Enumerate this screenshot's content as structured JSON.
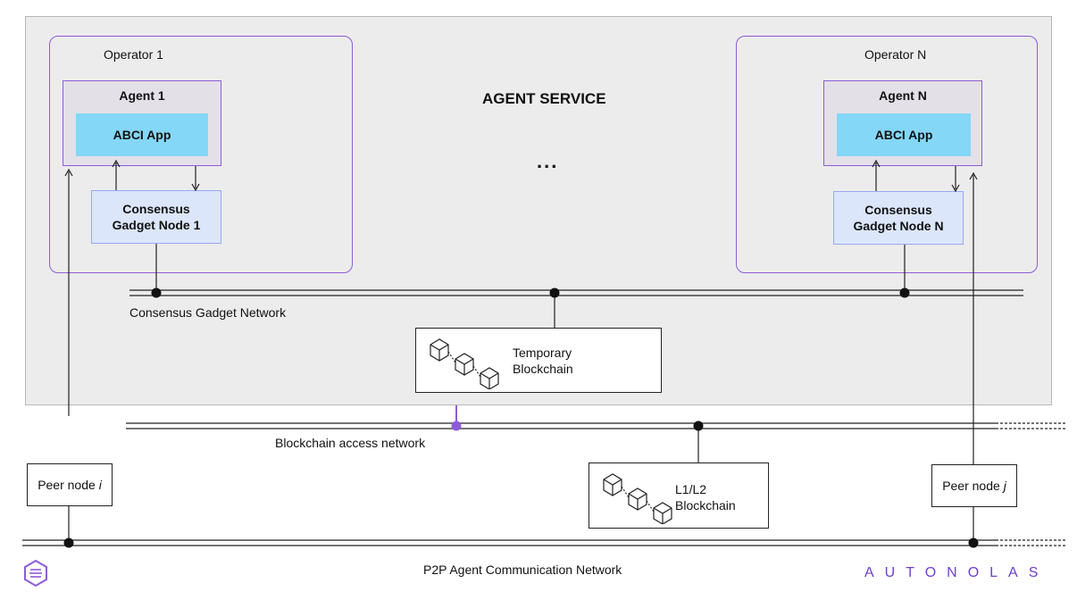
{
  "service": {
    "title": "AGENT SERVICE",
    "ellipsis": "..."
  },
  "operators": [
    {
      "label": "Operator 1",
      "agent_label": "Agent 1",
      "app_label": "ABCI App",
      "node_label_line1": "Consensus",
      "node_label_line2": "Gadget Node 1"
    },
    {
      "label": "Operator N",
      "agent_label": "Agent N",
      "app_label": "ABCI App",
      "node_label_line1": "Consensus",
      "node_label_line2": "Gadget Node N"
    }
  ],
  "networks": {
    "consensus": "Consensus Gadget Network",
    "blockchain_access": "Blockchain access network",
    "p2p": "P2P Agent Communication Network"
  },
  "temporary_chain": {
    "line1": "Temporary",
    "line2": "Blockchain"
  },
  "l1l2_chain": {
    "line1": "L1/L2",
    "line2": "Blockchain"
  },
  "peers": [
    {
      "prefix": "Peer node ",
      "suffix": "i"
    },
    {
      "prefix": "Peer node ",
      "suffix": "j"
    }
  ],
  "brand": {
    "name": "AUTONOLAS",
    "logo_icon": "autonolas-logo-icon",
    "accent": "#8e5bd8"
  }
}
